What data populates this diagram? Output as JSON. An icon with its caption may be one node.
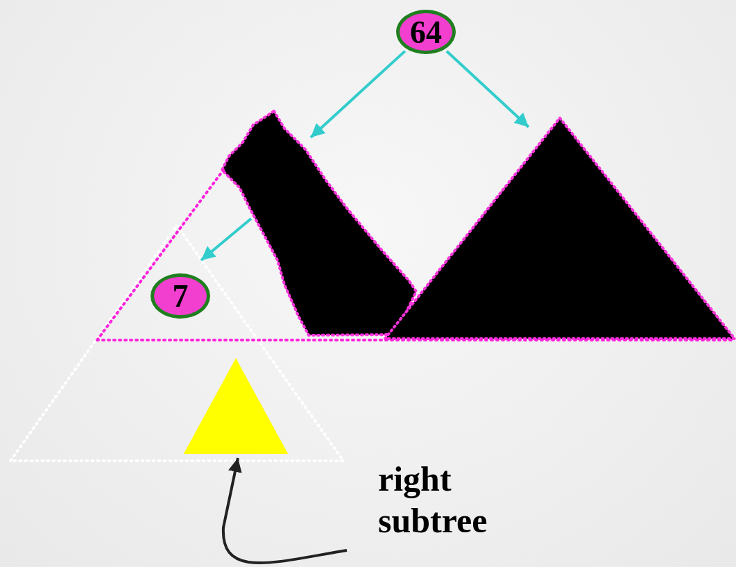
{
  "diagram": {
    "nodes": [
      {
        "text": [
          "64"
        ]
      },
      {
        "text": [],
        "shape": "blob"
      },
      {
        "text": [],
        "shape": "triangle"
      },
      {
        "text": [],
        "shape": "triangle"
      },
      {
        "text": [
          "7"
        ],
        "in": 3
      },
      {
        "text": [],
        "shape": "triangle",
        "in": 3
      },
      {
        "text": [
          "right subtree"
        ]
      }
    ],
    "edges": [
      {
        "from": 0,
        "to": 1,
        "arrow": "to"
      },
      {
        "from": 0,
        "to": 2,
        "arrow": "to"
      },
      {
        "from": 1,
        "to": 3,
        "arrow": "to"
      },
      {
        "from": 6,
        "to": 5,
        "arrow": "to",
        "color": "#222222"
      }
    ]
  }
}
